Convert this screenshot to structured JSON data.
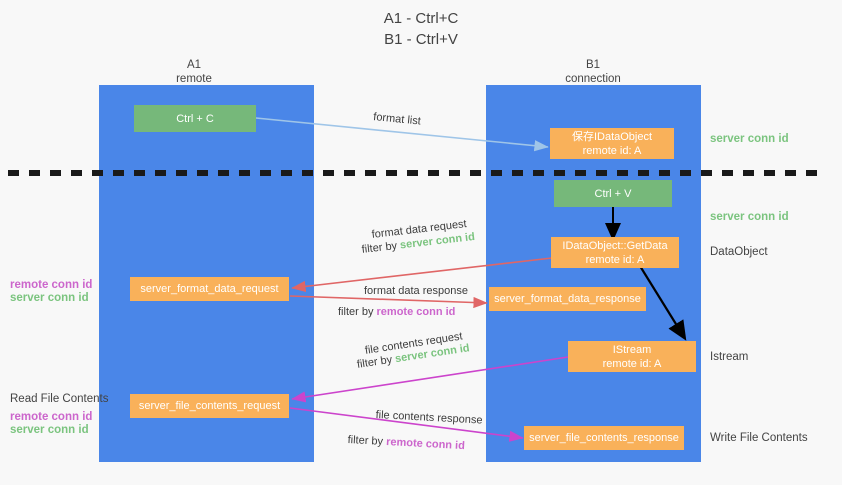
{
  "title": "A1 - Ctrl+C\nB1 - Ctrl+V",
  "colors": {
    "column": "#4a86e8",
    "green_node": "#76b87a",
    "orange_node": "#f9b15a",
    "server_conn_id": "#7bc47f",
    "remote_conn_id": "#cc66cc",
    "arrow_lightblue": "#9fc5e8",
    "arrow_red": "#e06666",
    "arrow_magenta": "#cc44cc",
    "arrow_black": "#000000",
    "background": "#f8f8f8"
  },
  "columns": [
    {
      "id": "a1",
      "title": "A1\nremote"
    },
    {
      "id": "b1",
      "title": "B1\nconnection"
    }
  ],
  "nodes": {
    "ctrl_c": {
      "label": "Ctrl + C",
      "line2": ""
    },
    "save_idataobject": {
      "label": "保存IDataObject",
      "line2": "remote id: A"
    },
    "ctrl_v": {
      "label": "Ctrl + V",
      "line2": ""
    },
    "getdata": {
      "label": "IDataObject::GetData",
      "line2": "remote id: A"
    },
    "format_data_request": {
      "label": "server_format_data_request",
      "line2": ""
    },
    "format_data_response": {
      "label": "server_format_data_response",
      "line2": ""
    },
    "istream": {
      "label": "IStream",
      "line2": "remote id: A"
    },
    "file_contents_request": {
      "label": "server_file_contents_request",
      "line2": ""
    },
    "file_contents_response": {
      "label": "server_file_contents_response",
      "line2": ""
    }
  },
  "right_labels": {
    "server_conn_id_top": "server conn id",
    "server_conn_id_mid": "server conn id",
    "dataobject": "DataObject",
    "istream": "Istream",
    "write_file_contents": "Write File Contents"
  },
  "left_labels": {
    "remote_conn_id_1": "remote conn id",
    "server_conn_id_1": "server conn id",
    "read_file_contents": "Read File Contents",
    "remote_conn_id_2": "remote conn id",
    "server_conn_id_2": "server conn id"
  },
  "edge_labels": {
    "format_list": "format list",
    "format_data_request": "format data request",
    "filter_by_1": "filter by",
    "filter_by_1_value": "server conn id",
    "format_data_response": "format data response",
    "filter_by_2": "filter by",
    "filter_by_2_value": "remote conn id",
    "file_contents_request": "file contents request",
    "filter_by_3": "filter by",
    "filter_by_3_value": "server conn id",
    "file_contents_response": "file contents response",
    "filter_by_4": "filter by",
    "filter_by_4_value": "remote conn id"
  }
}
